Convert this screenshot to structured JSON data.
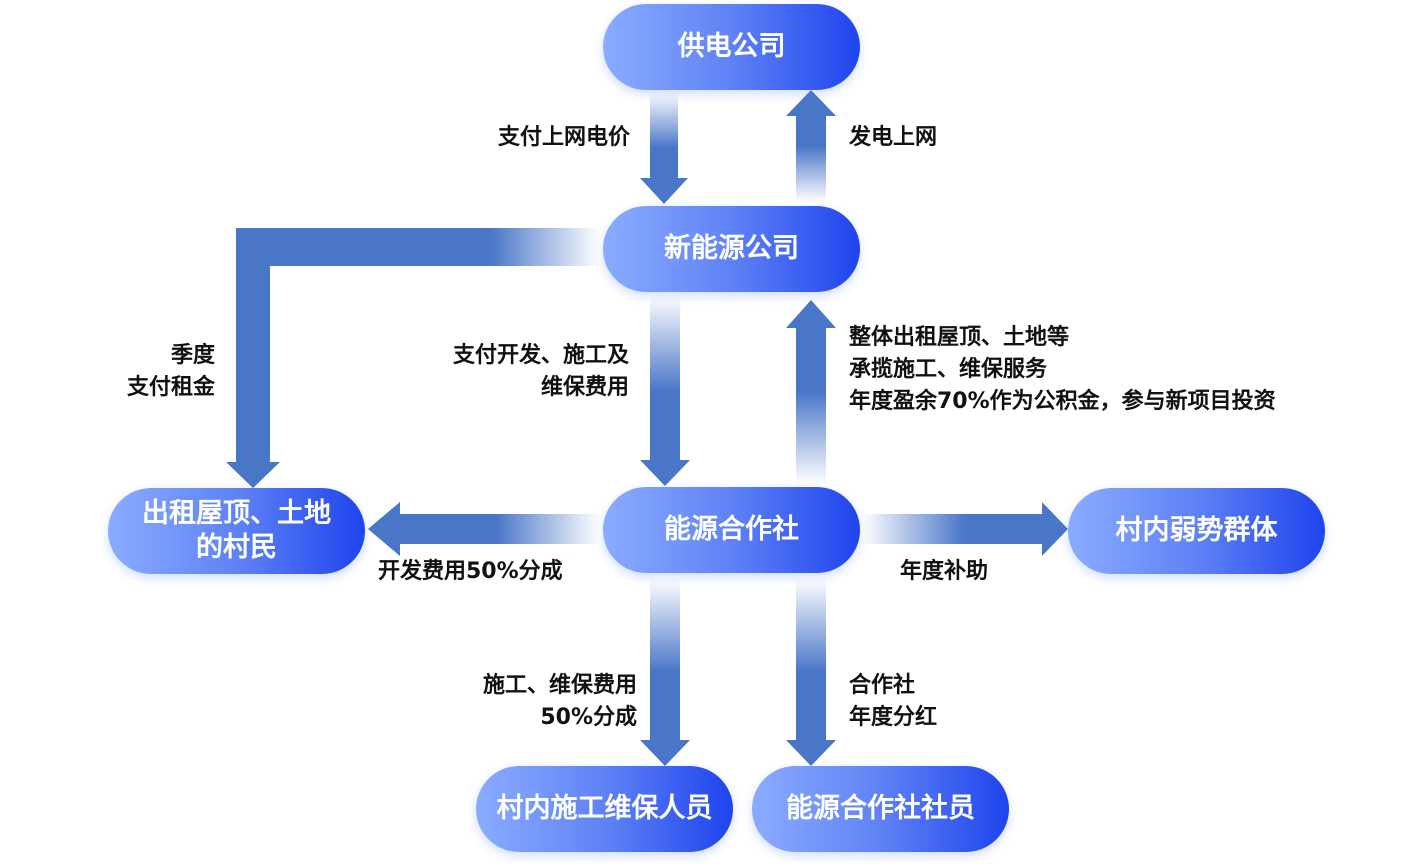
{
  "colors": {
    "arrow": "#4a76c8",
    "node_start": "#8aacff",
    "node_end": "#1e44ee"
  },
  "nodes": {
    "power_company": "供电公司",
    "new_energy_company": "新能源公司",
    "energy_coop": "能源合作社",
    "villagers_line1": "出租屋顶、土地",
    "villagers_line2": "的村民",
    "vulnerable_groups": "村内弱势群体",
    "construction_staff": "村内施工维保人员",
    "coop_members": "能源合作社社员"
  },
  "labels": {
    "pay_grid_price": "支付上网电价",
    "grid_connection": "发电上网",
    "quarterly_1": "季度",
    "quarterly_2": "支付租金",
    "pay_dev_1": "支付开发、施工及",
    "pay_dev_2": "维保费用",
    "lease_1": "整体出租屋顶、土地等",
    "lease_2": "承揽施工、维保服务",
    "lease_3": "年度盈余70%作为公积金，参与新项目投资",
    "dev_share": "开发费用50%分成",
    "annual_subsidy": "年度补助",
    "constr_1": "施工、维保费用",
    "constr_2": "50%分成",
    "dividend_1": "合作社",
    "dividend_2": "年度分红"
  }
}
